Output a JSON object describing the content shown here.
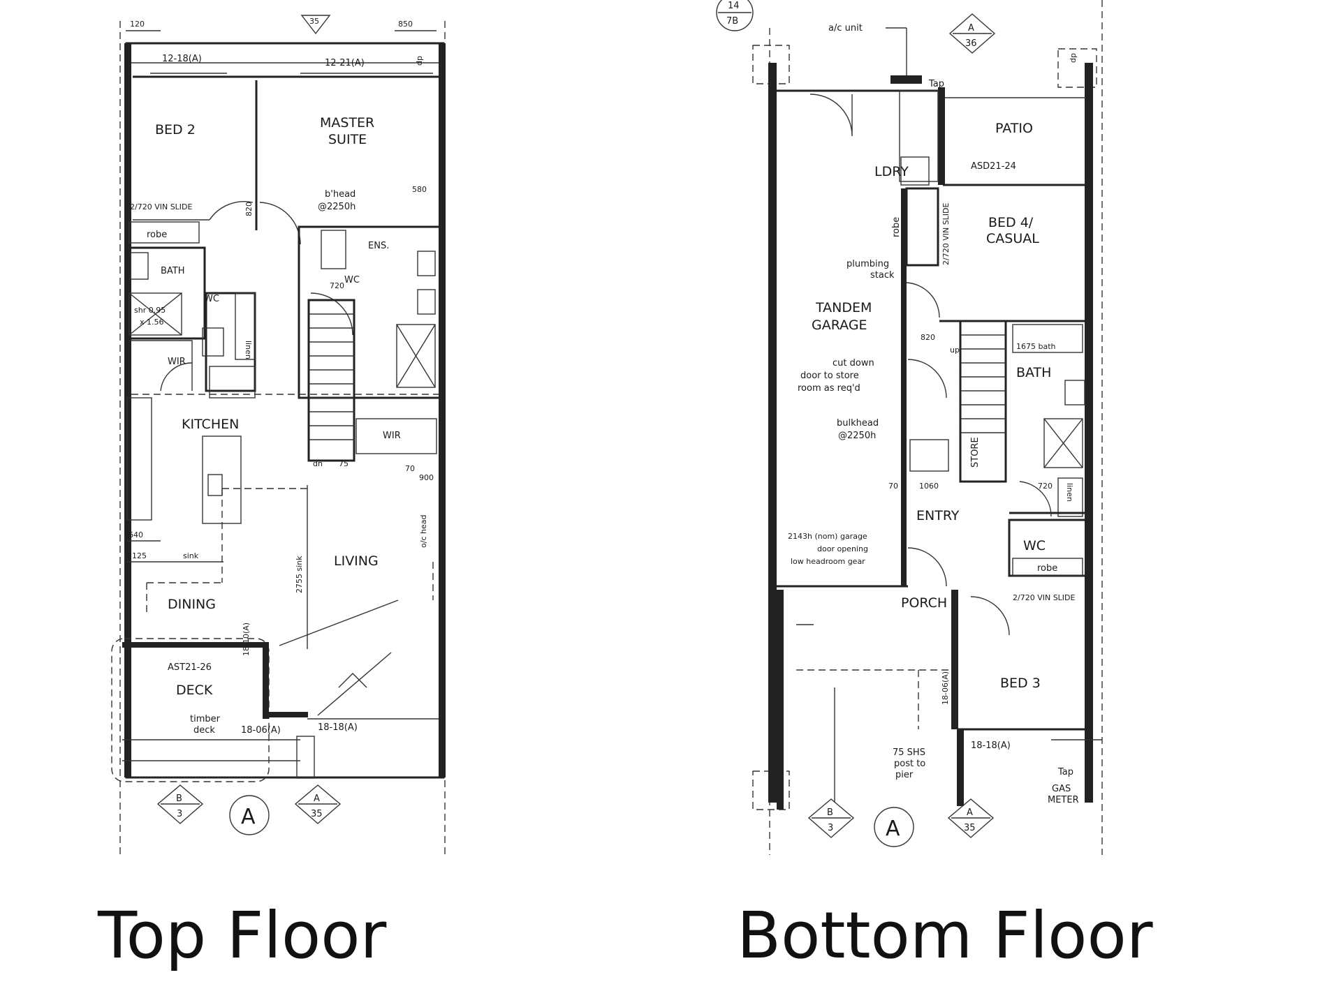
{
  "top_floor": {
    "caption": "Top Floor",
    "rooms": {
      "bed2": "BED 2",
      "master_1": "MASTER",
      "master_2": "SUITE",
      "kitchen": "KITCHEN",
      "living": "LIVING",
      "dining": "DINING",
      "deck": "DECK",
      "wc": "WC",
      "wc2": "WC",
      "ens": "ENS.",
      "wir": "WIR",
      "wir2": "WIR",
      "bath": "BATH",
      "robe": "robe",
      "linen": "linen"
    },
    "notes": {
      "slide": "2/720 VIN SLIDE",
      "bulkhead_1": "b'head",
      "bulkhead_2": "@2250h",
      "ast": "AST21-26",
      "timber_1": "timber",
      "timber_2": "deck",
      "w_12_18": "12-18(A)",
      "w_12_21": "12-21(A)",
      "w_18_06": "18-06(A)",
      "w_18_18": "18-18(A)",
      "w_18_10": "18-10(A)",
      "sink_run": "2125",
      "sink_label": "sink",
      "dim_2755": "2755 sink",
      "shower_1": "shr 0.95",
      "shower_2": "x 1.56",
      "dim_640": "640",
      "dim_720": "720",
      "dim_820": "820",
      "dim_850": "850",
      "dim_120": "120",
      "dim_580": "580",
      "dim_900": "900",
      "dim_70": "70",
      "dim_75": "75",
      "dn": "dn",
      "head": "o/c head",
      "dp": "dp"
    },
    "markers": {
      "a": "A",
      "b3_top": "B",
      "b3_bot": "3",
      "a35_top": "A",
      "a35_bot": "35",
      "top_marker": "35"
    }
  },
  "bottom_floor": {
    "caption": "Bottom Floor",
    "rooms": {
      "patio": "PATIO",
      "ldry": "LDRY",
      "bed4_1": "BED 4/",
      "bed4_2": "CASUAL",
      "garage_1": "TANDEM",
      "garage_2": "GARAGE",
      "bath": "BATH",
      "entry": "ENTRY",
      "porch": "PORCH",
      "wc": "WC",
      "bed3": "BED 3",
      "robe": "robe",
      "robe2": "robe",
      "store": "STORE",
      "linen": "linen"
    },
    "notes": {
      "ac": "a/c unit",
      "tap": "Tap",
      "tap2": "Tap",
      "asd": "ASD21-24",
      "slide": "2/720 VIN SLIDE",
      "slide2": "2/720 VIN SLIDE",
      "plumbing_1": "plumbing",
      "plumbing_2": "stack",
      "cut_1": "cut down",
      "cut_2": "door to store",
      "cut_3": "room as req'd",
      "bulkhead_1": "bulkhead",
      "bulkhead_2": "@2250h",
      "bath_tub": "1675 bath",
      "garage_1": "2143h (nom) garage",
      "garage_2": "door opening",
      "garage_3": "low headroom gear",
      "shs_1": "75 SHS",
      "shs_2": "post to",
      "shs_3": "pier",
      "gas_1": "GAS",
      "gas_2": "METER",
      "w_18_06": "18-06(A)",
      "w_18_18": "18-18(A)",
      "dim_1060": "1060",
      "dim_70": "70",
      "dim_720": "720",
      "dim_820": "820",
      "dp": "dp",
      "up": "up"
    },
    "markers": {
      "a": "A",
      "b3_top": "B",
      "b3_bot": "3",
      "a35_top": "A",
      "a35_bot": "35",
      "a16_top": "A",
      "a16_bot": "36",
      "corner_top": "14",
      "corner_bot": "7B"
    }
  }
}
